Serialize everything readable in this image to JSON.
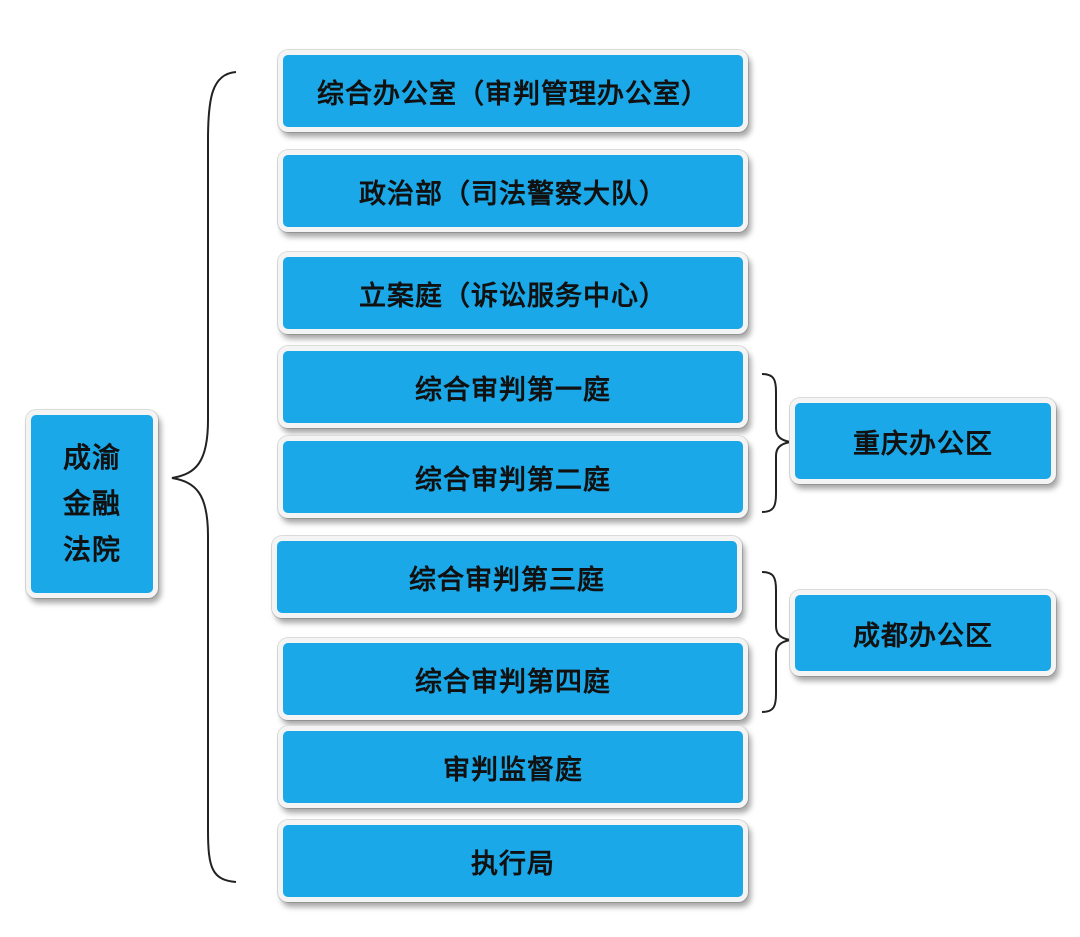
{
  "root": {
    "lines": [
      "成渝",
      "金融",
      "法院"
    ]
  },
  "departments": [
    {
      "label": "综合办公室（审判管理办公室）"
    },
    {
      "label": "政治部（司法警察大队）"
    },
    {
      "label": "立案庭（诉讼服务中心）"
    },
    {
      "label": "综合审判第一庭"
    },
    {
      "label": "综合审判第二庭"
    },
    {
      "label": "综合审判第三庭"
    },
    {
      "label": "综合审判第四庭"
    },
    {
      "label": "审判监督庭"
    },
    {
      "label": "执行局"
    }
  ],
  "offices": [
    {
      "label": "重庆办公区"
    },
    {
      "label": "成都办公区"
    }
  ],
  "colors": {
    "box_fill": "#1aa8e8",
    "box_border": "#f4f4f4",
    "line": "#222222"
  }
}
